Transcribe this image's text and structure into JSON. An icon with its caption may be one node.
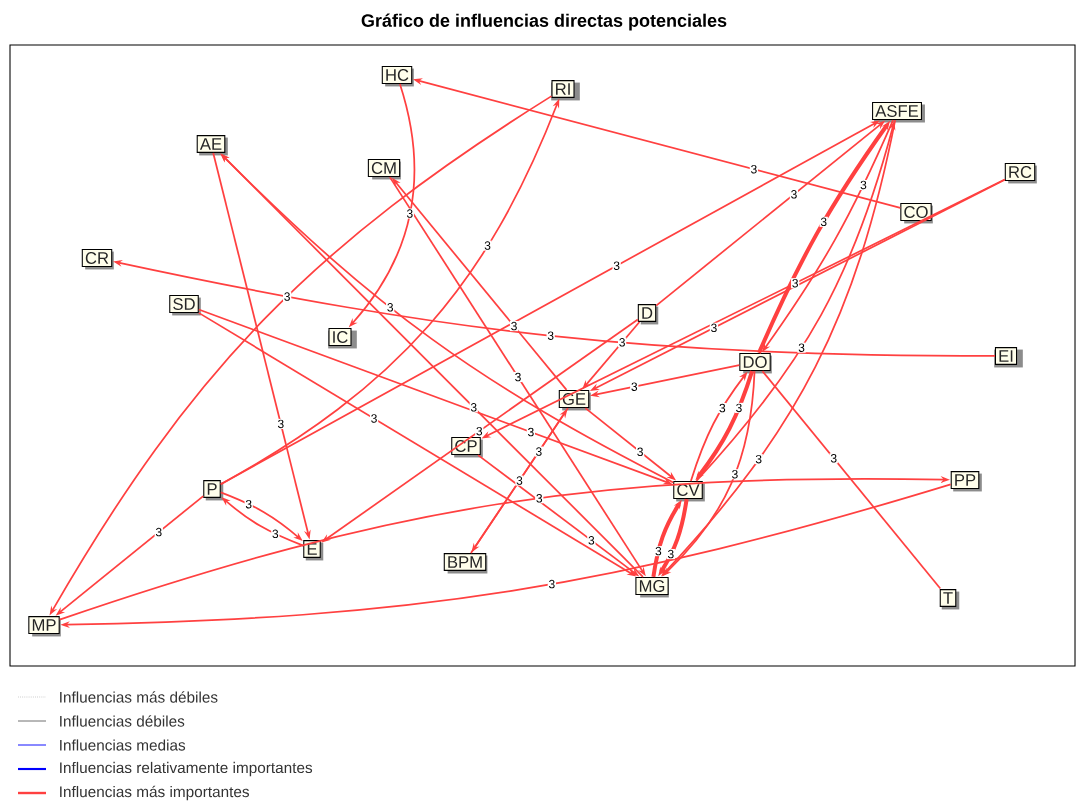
{
  "diagram": {
    "title": "Gráfico de influencias directas potenciales",
    "nodes": [
      {
        "text": [
          "HC"
        ]
      },
      {
        "text": [
          "RI"
        ]
      },
      {
        "text": [
          "AE"
        ]
      },
      {
        "text": [
          "CM"
        ]
      },
      {
        "text": [
          "ASFE"
        ]
      },
      {
        "text": [
          "RC"
        ]
      },
      {
        "text": [
          "CO"
        ]
      },
      {
        "text": [
          "CR"
        ]
      },
      {
        "text": [
          "SD"
        ]
      },
      {
        "text": [
          "IC"
        ]
      },
      {
        "text": [
          "D"
        ]
      },
      {
        "text": [
          "EI"
        ]
      },
      {
        "text": [
          "DO"
        ]
      },
      {
        "text": [
          "GE"
        ]
      },
      {
        "text": [
          "CP"
        ]
      },
      {
        "text": [
          "P"
        ]
      },
      {
        "text": [
          "CV"
        ]
      },
      {
        "text": [
          "PP"
        ]
      },
      {
        "text": [
          "E"
        ]
      },
      {
        "text": [
          "BPM"
        ]
      },
      {
        "text": [
          "MG"
        ]
      },
      {
        "text": [
          "T"
        ]
      },
      {
        "text": [
          "MP"
        ]
      }
    ],
    "edges": [
      {
        "from": 6,
        "to": 0,
        "arrow": "to",
        "label": "3"
      },
      {
        "from": 0,
        "to": 9,
        "arrow": "to",
        "label": "3"
      },
      {
        "from": 15,
        "to": 1,
        "arrow": "to",
        "label": "3"
      },
      {
        "from": 1,
        "to": 22,
        "arrow": "to",
        "label": "3"
      },
      {
        "from": 15,
        "to": 4,
        "arrow": "to",
        "label": "3"
      },
      {
        "from": 15,
        "to": 22,
        "arrow": "to",
        "label": "3"
      },
      {
        "from": 11,
        "to": 7,
        "arrow": "to",
        "label": "3"
      },
      {
        "from": 2,
        "to": 18,
        "arrow": "to",
        "label": "3"
      },
      {
        "from": 20,
        "to": 2,
        "arrow": "to",
        "label": "3"
      },
      {
        "from": 16,
        "to": 2,
        "arrow": "to",
        "label": "3"
      },
      {
        "from": 13,
        "to": 3,
        "arrow": "to",
        "label": "3"
      },
      {
        "from": 3,
        "to": 20,
        "arrow": "to",
        "label": "3"
      },
      {
        "from": 8,
        "to": 16,
        "arrow": "to",
        "label": "3"
      },
      {
        "from": 8,
        "to": 20,
        "arrow": "to",
        "label": "3"
      },
      {
        "from": 10,
        "to": 4,
        "arrow": "to",
        "label": "3"
      },
      {
        "from": 10,
        "to": 13,
        "arrow": "to",
        "label": "3"
      },
      {
        "from": 10,
        "to": 18,
        "arrow": "to",
        "label": "3"
      },
      {
        "from": 5,
        "to": 13,
        "arrow": "to",
        "label": "3"
      },
      {
        "from": 5,
        "to": 14,
        "arrow": "to",
        "label": "3"
      },
      {
        "from": 4,
        "to": 12,
        "arrow": "to",
        "label": "3"
      },
      {
        "from": 12,
        "to": 4,
        "arrow": "to",
        "label": "3",
        "style": "thick"
      },
      {
        "from": 16,
        "to": 4,
        "arrow": "to",
        "label": "3"
      },
      {
        "from": 4,
        "to": 20,
        "arrow": "to",
        "label": "3"
      },
      {
        "from": 12,
        "to": 16,
        "arrow": "to",
        "label": "3",
        "style": "thick"
      },
      {
        "from": 16,
        "to": 12,
        "arrow": "to",
        "label": "3"
      },
      {
        "from": 20,
        "to": 16,
        "arrow": "to",
        "label": "3",
        "style": "thick"
      },
      {
        "from": 16,
        "to": 20,
        "arrow": "to",
        "label": "3",
        "style": "thick"
      },
      {
        "from": 12,
        "to": 20,
        "arrow": "to",
        "label": "3"
      },
      {
        "from": 12,
        "to": 21,
        "arrow": "none",
        "label": "3"
      },
      {
        "from": 13,
        "to": 16,
        "arrow": "to",
        "label": "3"
      },
      {
        "from": 13,
        "to": 19,
        "arrow": "to",
        "label": "3"
      },
      {
        "from": 19,
        "to": 13,
        "arrow": "to",
        "label": "3"
      },
      {
        "from": 14,
        "to": 20,
        "arrow": "to",
        "label": "3"
      },
      {
        "from": 15,
        "to": 18,
        "arrow": "to",
        "label": "3"
      },
      {
        "from": 18,
        "to": 15,
        "arrow": "to",
        "label": "3"
      },
      {
        "from": 22,
        "to": 17,
        "arrow": "to",
        "label": "3"
      },
      {
        "from": 17,
        "to": 22,
        "arrow": "to",
        "label": "3"
      },
      {
        "from": 12,
        "to": 13,
        "arrow": "to",
        "label": "3"
      }
    ],
    "legend": [
      {
        "text": "Influencias más débiles"
      },
      {
        "text": "Influencias débiles"
      },
      {
        "text": "Influencias medias"
      },
      {
        "text": "Influencias relativamente importantes"
      },
      {
        "text": "Influencias más importantes"
      }
    ]
  }
}
